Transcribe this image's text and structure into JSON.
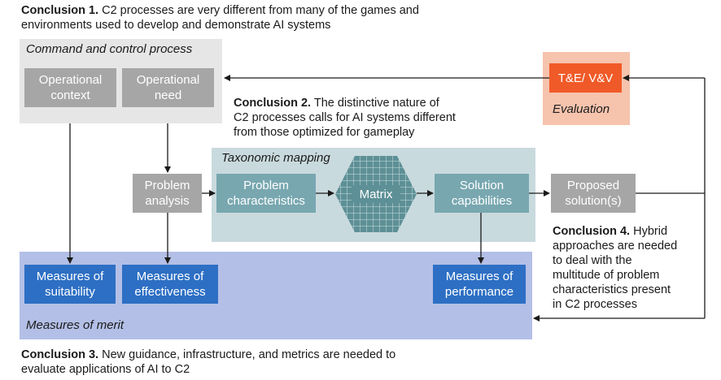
{
  "conclusion1": {
    "label": "Conclusion 1.",
    "text": " C2 processes are very different from many of the games and",
    "text2": "environments used to develop and demonstrate AI systems"
  },
  "conclusion2": {
    "label": "Conclusion 2.",
    "text": " The distinctive nature of",
    "text2": "C2 processes calls for AI systems different",
    "text3": "from those optimized for gameplay"
  },
  "conclusion3": {
    "label": "Conclusion 3.",
    "text": " New guidance, infrastructure, and metrics are needed to",
    "text2": "evaluate applications of AI to C2"
  },
  "conclusion4": {
    "label": "Conclusion 4.",
    "text": " Hybrid",
    "lines": [
      "approaches are needed",
      "to deal with the",
      "multitude of problem",
      "characteristics present",
      "in C2 processes"
    ]
  },
  "c2_panel": {
    "title": "Command and control process",
    "box1": [
      "Operational",
      "context"
    ],
    "box2": [
      "Operational",
      "need"
    ]
  },
  "evaluation_panel": {
    "title": "Evaluation",
    "box": "T&E/ V&V"
  },
  "taxonomic_panel": {
    "title": "Taxonomic mapping",
    "problem_characteristics": [
      "Problem",
      "characteristics"
    ],
    "matrix": "Matrix",
    "solution_capabilities": [
      "Solution",
      "capabilities"
    ]
  },
  "problem_analysis": [
    "Problem",
    "analysis"
  ],
  "proposed_solution": [
    "Proposed",
    "solution(s)"
  ],
  "merit_panel": {
    "title": "Measures of merit",
    "suitability": [
      "Measures of",
      "suitability"
    ],
    "effectiveness": [
      "Measures of",
      "effectiveness"
    ],
    "performance": [
      "Measures of",
      "performance"
    ]
  },
  "colors": {
    "gray_box": "#a6a6a6",
    "teal_box": "#78a7b0",
    "blue_box": "#2d6fc4",
    "orange_box": "#f05a28",
    "merit_panel": "#b3bfe6",
    "taxonomic_panel": "#c9dade",
    "evaluation_panel": "#f6c3ad",
    "c2_panel": "#e6e6e6"
  }
}
